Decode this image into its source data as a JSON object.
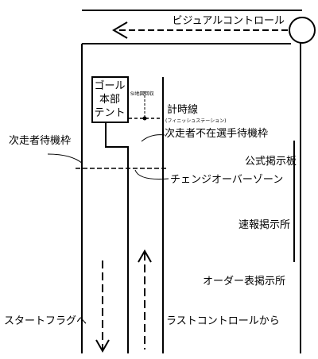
{
  "labels": {
    "visual_control": "ビジュアルコントロール",
    "goal_tent_line1": "ゴール",
    "goal_tent_line2": "本部",
    "goal_tent_line3": "テント",
    "sp_collection": "SI地図回収",
    "timing_line": "計時線",
    "finish_station": "(フィニッシュステーション)",
    "next_runner_standby": "次走者待機枠",
    "next_runner_absent_standby": "次走者不在選手待機枠",
    "public_board": "公式掲示板",
    "changeover_zone": "チェンジオーバーゾーン",
    "flash_report_board": "速報掲示所",
    "order_table_board": "オーダー表掲示所",
    "to_start_flag": "スタートフラグへ",
    "from_last_control": "ラストコントロールから"
  }
}
